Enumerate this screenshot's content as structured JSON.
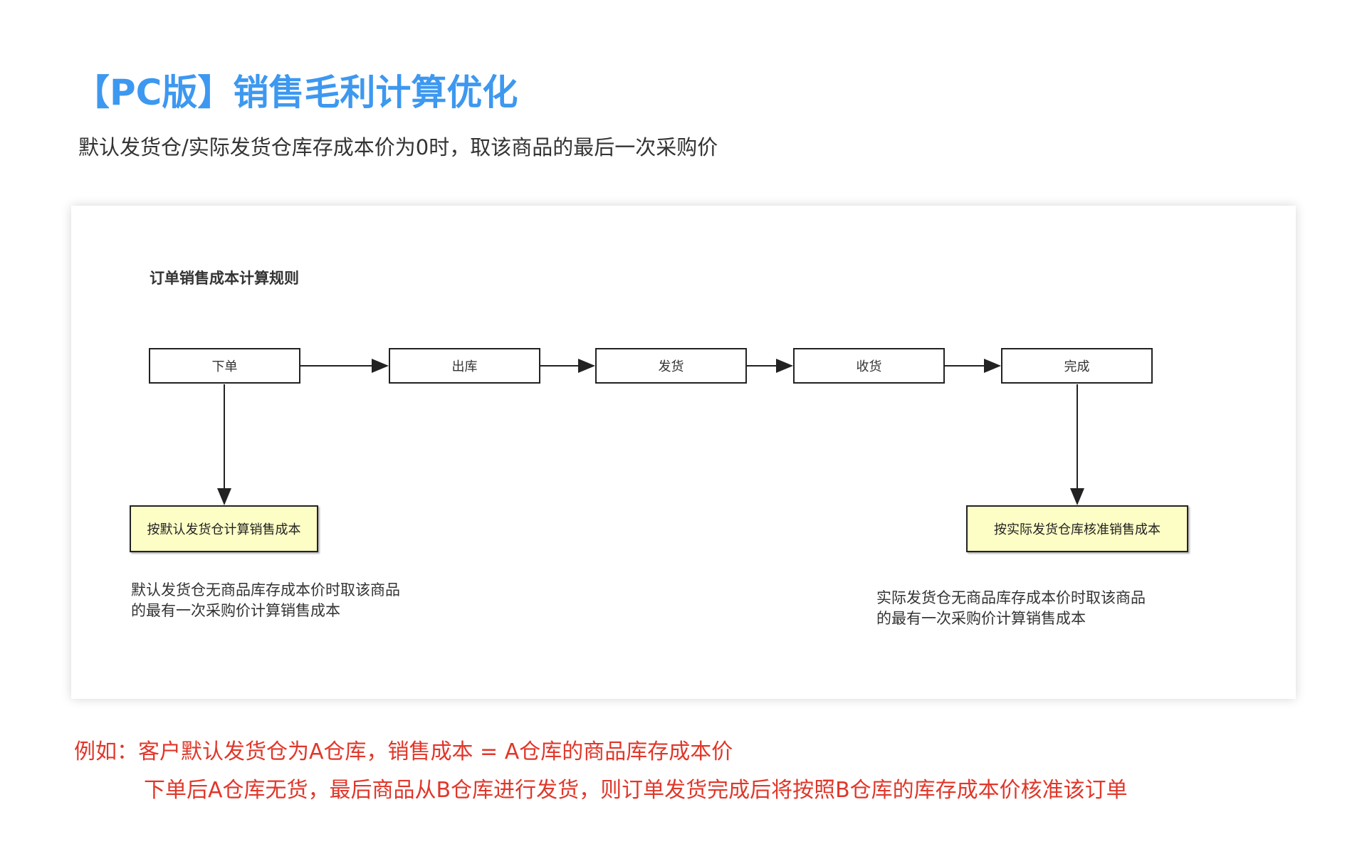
{
  "title": "【PC版】销售毛利计算优化",
  "subtitle": "默认发货仓/实际发货仓库存成本价为0时，取该商品的最后一次采购价",
  "diagram": {
    "title": "订单销售成本计算规则",
    "steps": [
      "下单",
      "出库",
      "发货",
      "收货",
      "完成"
    ],
    "left_result": "按默认发货仓计算销售成本",
    "right_result": "按实际发货仓库核准销售成本",
    "left_note": [
      "默认发货仓无商品库存成本价时取该商品",
      "的最有一次采购价计算销售成本"
    ],
    "right_note": [
      "实际发货仓无商品库存成本价时取该商品",
      "的最有一次采购价计算销售成本"
    ]
  },
  "example": {
    "line1": "例如：客户默认发货仓为A仓库，销售成本 = A仓库的商品库存成本价",
    "line2": "下单后A仓库无货，最后商品从B仓库进行发货，则订单发货完成后将按照B仓库的库存成本价核准该订单"
  }
}
